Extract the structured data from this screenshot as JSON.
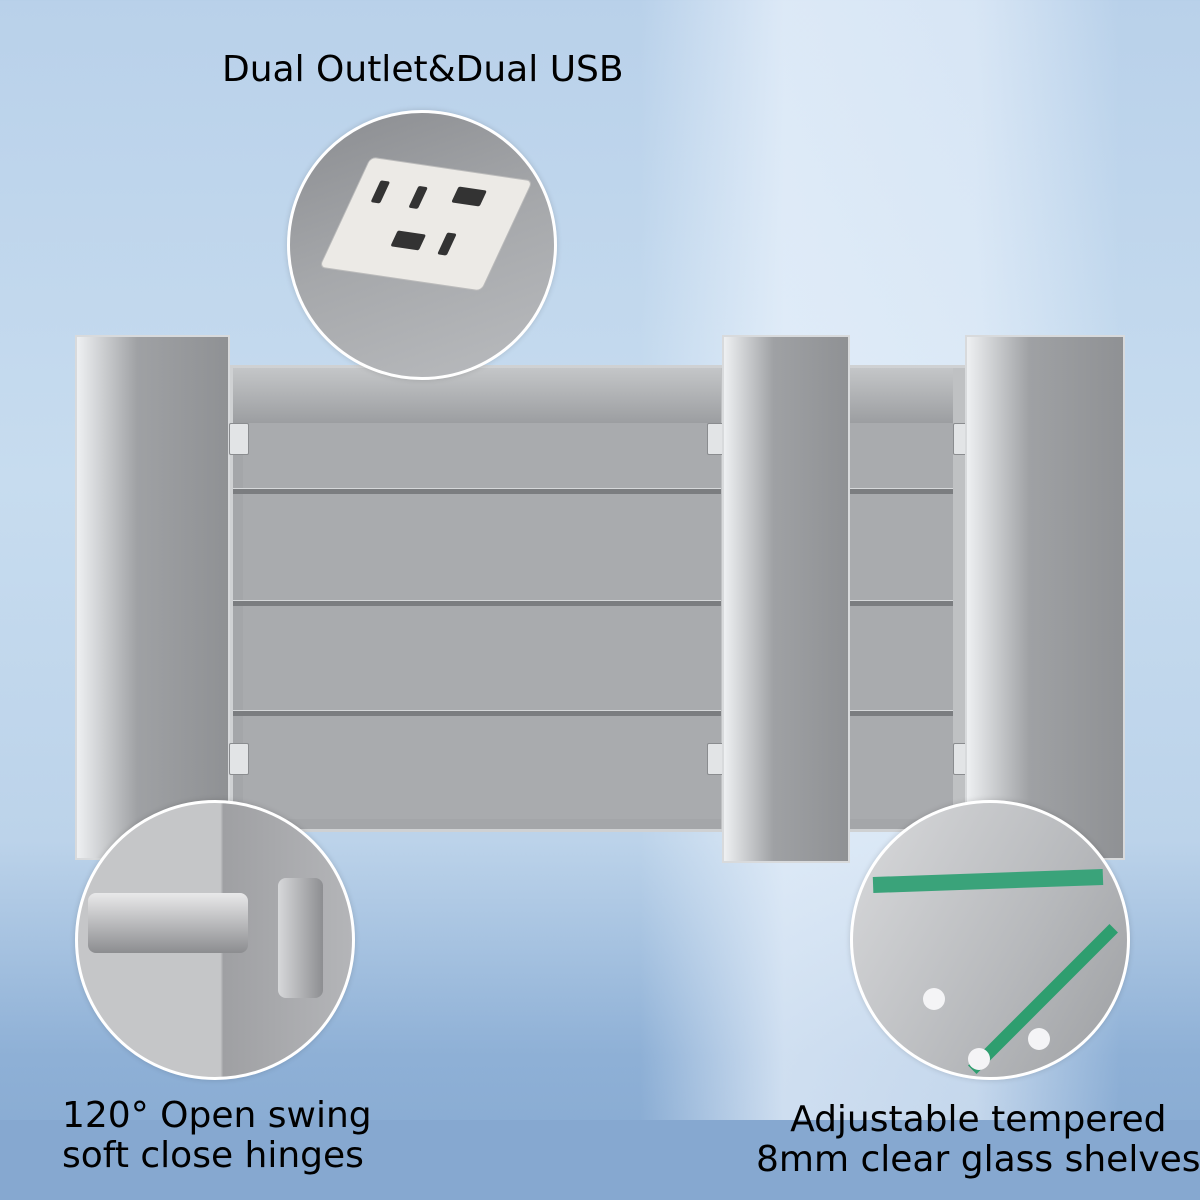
{
  "features": {
    "top": {
      "title": "Dual Outlet&Dual USB",
      "icon": "outlet-usb-closeup"
    },
    "bottom_left": {
      "line1": "120° Open swing",
      "line2": "soft close hinges",
      "icon": "hinge-closeup"
    },
    "bottom_right": {
      "line1": "Adjustable tempered",
      "line2": "8mm clear glass shelves",
      "icon": "glass-shelf-closeup"
    }
  },
  "colors": {
    "background": "#b9d1ea",
    "cabinet": "#a4a6a9",
    "glass_edge": "#3aa37a",
    "text": "#000000"
  }
}
